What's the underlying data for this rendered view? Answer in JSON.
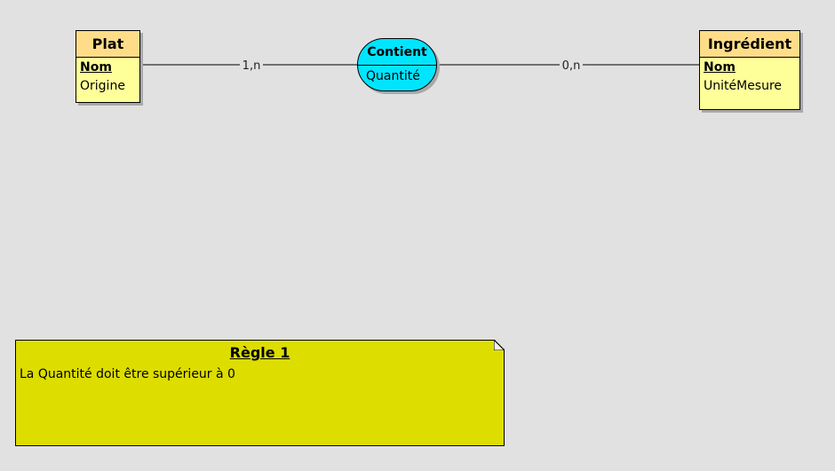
{
  "entities": {
    "plat": {
      "name": "Plat",
      "primary_key": "Nom",
      "attributes": [
        "Origine"
      ]
    },
    "ingredient": {
      "name": "Ingrédient",
      "primary_key": "Nom",
      "attributes": [
        "UnitéMesure"
      ]
    }
  },
  "association": {
    "name": "Contient",
    "attributes": [
      "Quantité"
    ]
  },
  "links": {
    "plat_contient": {
      "cardinality": "1,n"
    },
    "contient_ingredient": {
      "cardinality": "0,n"
    }
  },
  "note": {
    "title": "Règle 1",
    "text": "La Quantité doit être supérieur à 0"
  },
  "colors": {
    "background": "#e1e1e1",
    "entity_header": "#ffdd88",
    "entity_body": "#ffff99",
    "association_fill": "#00e5ff",
    "note_fill": "#dddd00"
  }
}
